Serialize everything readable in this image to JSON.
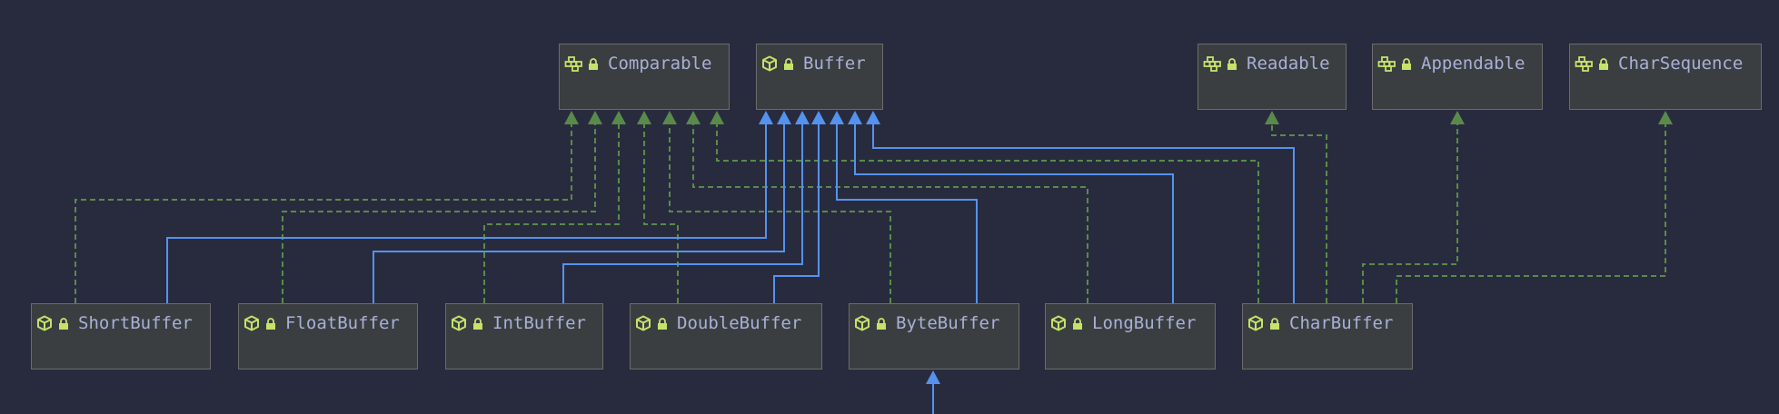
{
  "colors": {
    "background": "#282b3d",
    "node_fill": "#3b3e41",
    "node_border": "#6c6c6c",
    "label": "#a9b0d6",
    "icon": "#c5e36a",
    "extends_edge": "#5592ee",
    "implements_edge": "#5a8a4a"
  },
  "nodes": {
    "comparable": {
      "label": "Comparable",
      "kind": "interface"
    },
    "buffer": {
      "label": "Buffer",
      "kind": "class"
    },
    "readable": {
      "label": "Readable",
      "kind": "interface"
    },
    "appendable": {
      "label": "Appendable",
      "kind": "interface"
    },
    "charsequence": {
      "label": "CharSequence",
      "kind": "interface"
    },
    "shortbuffer": {
      "label": "ShortBuffer",
      "kind": "class"
    },
    "floatbuffer": {
      "label": "FloatBuffer",
      "kind": "class"
    },
    "intbuffer": {
      "label": "IntBuffer",
      "kind": "class"
    },
    "doublebuffer": {
      "label": "DoubleBuffer",
      "kind": "class"
    },
    "bytebuffer": {
      "label": "ByteBuffer",
      "kind": "class"
    },
    "longbuffer": {
      "label": "LongBuffer",
      "kind": "class"
    },
    "charbuffer": {
      "label": "CharBuffer",
      "kind": "class"
    }
  },
  "edges": [
    {
      "from": "shortbuffer",
      "to": "comparable",
      "type": "implements"
    },
    {
      "from": "floatbuffer",
      "to": "comparable",
      "type": "implements"
    },
    {
      "from": "intbuffer",
      "to": "comparable",
      "type": "implements"
    },
    {
      "from": "doublebuffer",
      "to": "comparable",
      "type": "implements"
    },
    {
      "from": "bytebuffer",
      "to": "comparable",
      "type": "implements"
    },
    {
      "from": "longbuffer",
      "to": "comparable",
      "type": "implements"
    },
    {
      "from": "charbuffer",
      "to": "comparable",
      "type": "implements"
    },
    {
      "from": "shortbuffer",
      "to": "buffer",
      "type": "extends"
    },
    {
      "from": "floatbuffer",
      "to": "buffer",
      "type": "extends"
    },
    {
      "from": "intbuffer",
      "to": "buffer",
      "type": "extends"
    },
    {
      "from": "doublebuffer",
      "to": "buffer",
      "type": "extends"
    },
    {
      "from": "bytebuffer",
      "to": "buffer",
      "type": "extends"
    },
    {
      "from": "longbuffer",
      "to": "buffer",
      "type": "extends"
    },
    {
      "from": "charbuffer",
      "to": "buffer",
      "type": "extends"
    },
    {
      "from": "charbuffer",
      "to": "readable",
      "type": "implements"
    },
    {
      "from": "charbuffer",
      "to": "appendable",
      "type": "implements"
    },
    {
      "from": "charbuffer",
      "to": "charsequence",
      "type": "implements"
    },
    {
      "from": "(subclass below view)",
      "to": "bytebuffer",
      "type": "extends"
    }
  ]
}
